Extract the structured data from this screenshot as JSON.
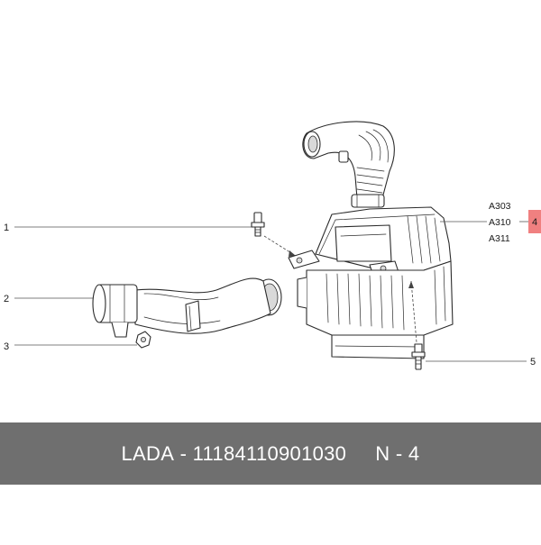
{
  "callouts": [
    {
      "id": "1",
      "label": "1"
    },
    {
      "id": "2",
      "label": "2"
    },
    {
      "id": "3",
      "label": "3"
    },
    {
      "id": "4",
      "label": "4"
    },
    {
      "id": "5",
      "label": "5"
    }
  ],
  "codes": [
    "A303",
    "A310",
    "A311"
  ],
  "highlight_color": "#f08080",
  "banner": {
    "brand": "LADA",
    "separator": " - ",
    "part_number": "11184110901030",
    "position": "N - 4"
  }
}
